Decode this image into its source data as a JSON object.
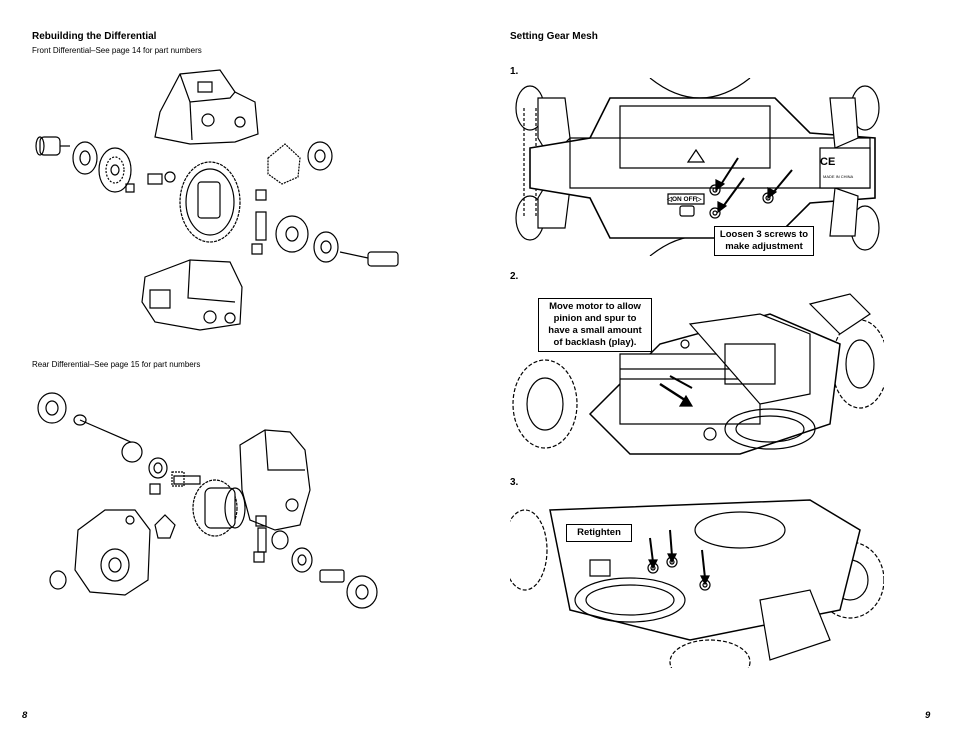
{
  "left_page": {
    "title": "Rebuilding the Differential",
    "front_caption": "Front Differential–See page 14 for part numbers",
    "rear_caption": "Rear Differential–See page 15 for part numbers",
    "page_number": "8"
  },
  "right_page": {
    "title": "Setting Gear Mesh",
    "steps": [
      {
        "number": "1.",
        "callout": "Loosen 3 screws to\nmake adjustment",
        "switch_label": "◁ON  OFF▷",
        "label_text": "CE",
        "made_in": "MADE IN CHINA"
      },
      {
        "number": "2.",
        "callout": "Move motor to allow\npinion and spur to\nhave a small amount\nof backlash (play)."
      },
      {
        "number": "3.",
        "callout": "Retighten"
      }
    ],
    "page_number": "9"
  }
}
